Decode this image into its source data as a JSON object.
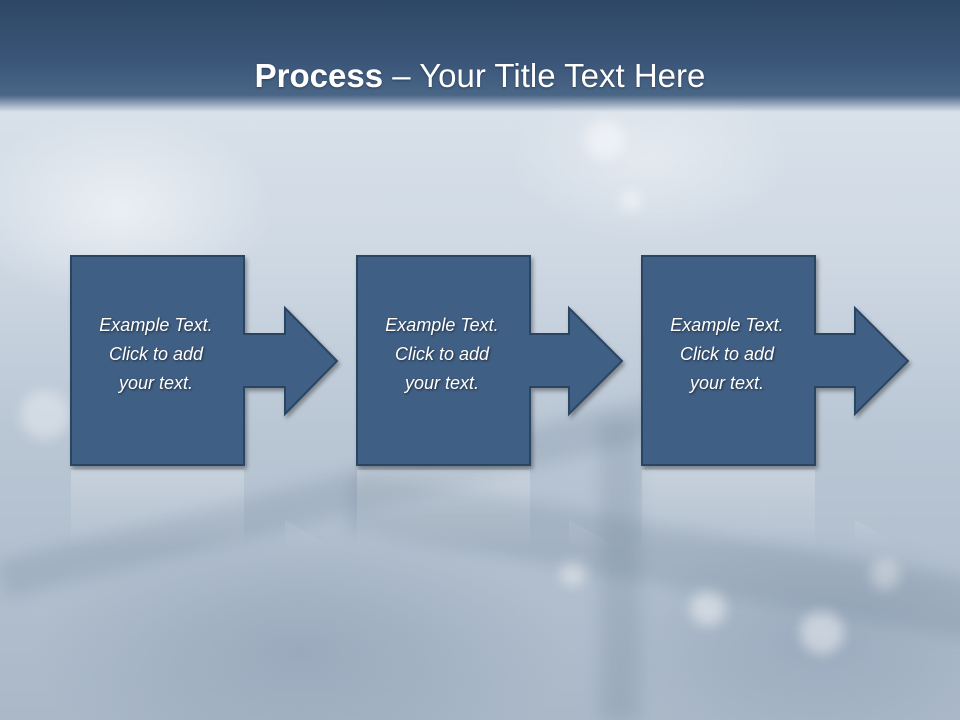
{
  "slide": {
    "title_bold": "Process",
    "title_rest": " – Your Title Text Here",
    "steps": [
      {
        "text": "Example Text.\nClick  to add\nyour text."
      },
      {
        "text": "Example Text.\nClick  to add\nyour text."
      },
      {
        "text": "Example Text.\nClick  to add\nyour text."
      }
    ]
  },
  "colors": {
    "header": "#3a5578",
    "box_fill": "#3f5f84",
    "box_stroke": "#2c4562",
    "text": "#ffffff"
  }
}
